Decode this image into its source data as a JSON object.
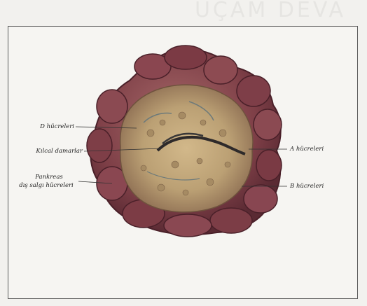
{
  "bleed_through_text": "UÇAM DEVA",
  "labels": {
    "d_cells": "D hücreleri",
    "capillaries": "Kılcal damarlar",
    "pancreas_line1": "Pankreas",
    "pancreas_line2": "dış salgı hücreleri",
    "a_cells": "A hücreleri",
    "b_cells": "B hücreleri"
  }
}
